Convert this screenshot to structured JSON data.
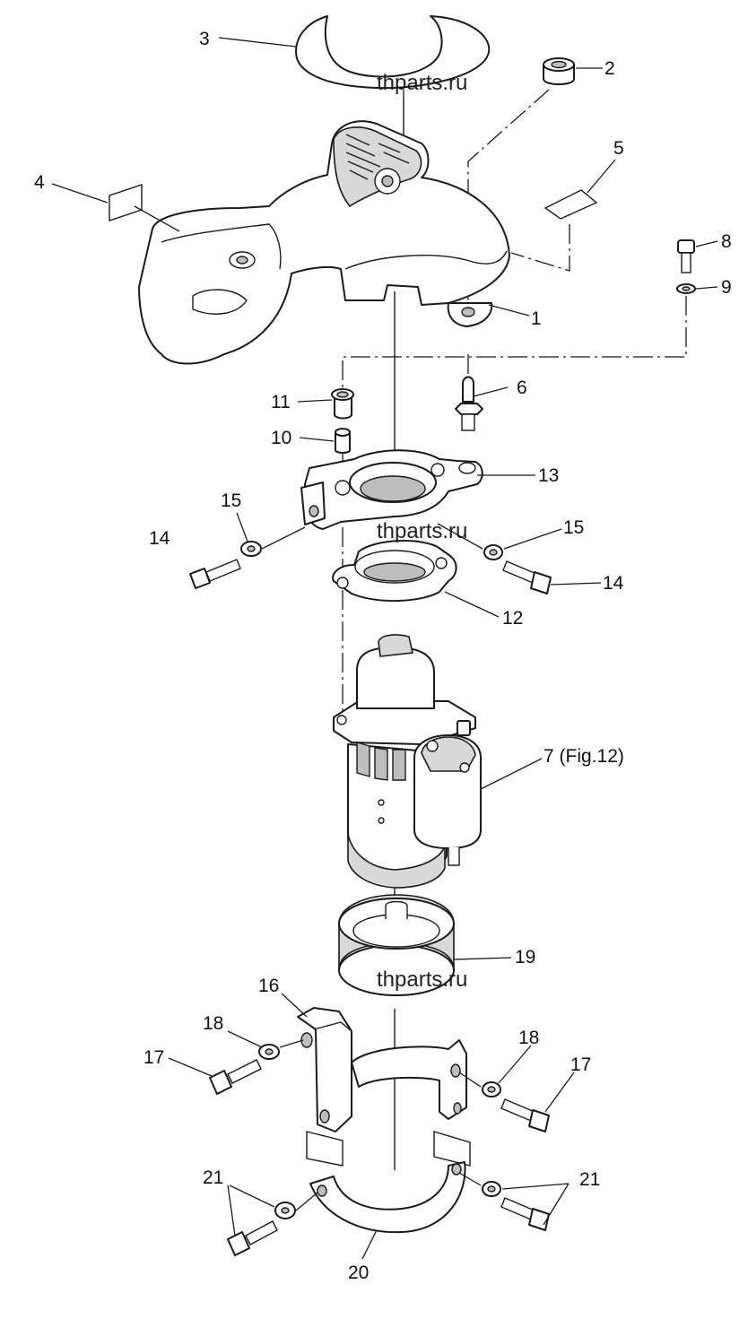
{
  "diagram": {
    "watermark": "thparts.ru",
    "callouts": {
      "c1": "1",
      "c2": "2",
      "c3": "3",
      "c4": "4",
      "c5": "5",
      "c6": "6",
      "c7": "7 (Fig.12)",
      "c8": "8",
      "c9": "9",
      "c10": "10",
      "c11": "11",
      "c12": "12",
      "c13": "13",
      "c14a": "14",
      "c14b": "14",
      "c15a": "15",
      "c15b": "15",
      "c16": "16",
      "c17a": "17",
      "c17b": "17",
      "c18a": "18",
      "c18b": "18",
      "c19": "19",
      "c20": "20",
      "c21a": "21",
      "c21b": "21"
    }
  }
}
